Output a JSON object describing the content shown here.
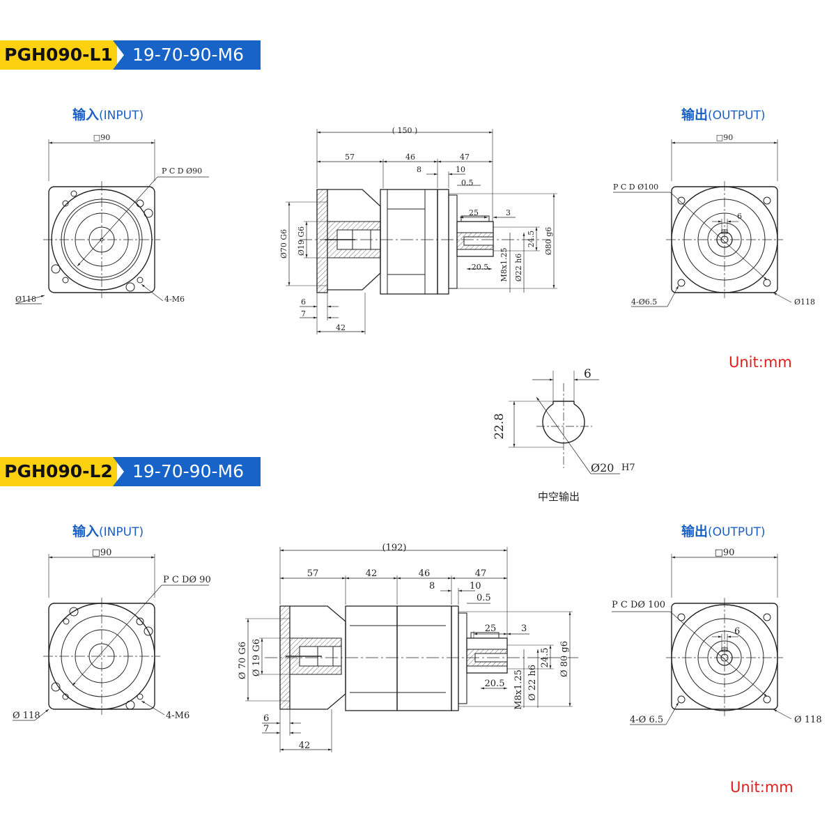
{
  "banner1": {
    "model": "PGH090-L1",
    "series": "19-70-90-M6"
  },
  "banner2": {
    "model": "PGH090-L2",
    "series": "19-70-90-M6"
  },
  "titles": {
    "input_cn": "输入",
    "input_en": "(INPUT)",
    "output_cn": "输出",
    "output_en": "(OUTPUT)"
  },
  "unit": "Unit:mm",
  "hollow_caption": "中空输出",
  "l1": {
    "input": {
      "square": "□90",
      "pcd": "P C D Ø90",
      "dia": "Ø118",
      "screw": "4-M6"
    },
    "output": {
      "square": "□90",
      "pcd": "P C D Ø100",
      "key": "6",
      "holes": "4-Ø6.5",
      "dia": "Ø118"
    },
    "side": {
      "total": "( 150 )",
      "d57": "57",
      "d46": "46",
      "d47": "47",
      "d8": "8",
      "d10": "10",
      "d05": "0.5",
      "d25": "25",
      "d3": "3",
      "d245": "24.5",
      "d205": "20.5",
      "m8": "M8x1.25",
      "d22": "Ø22 h6",
      "d80": "Ø80 g6",
      "d70": "Ø70 G6",
      "d19": "Ø19 G6",
      "d6": "6",
      "d7": "7",
      "d42": "42"
    }
  },
  "l2": {
    "input": {
      "square": "□90",
      "pcd": "P C DØ 90",
      "dia": "Ø 118",
      "screw": "4-M6"
    },
    "output": {
      "square": "□90",
      "pcd": "P C DØ 100",
      "key": "6",
      "holes": "4-Ø 6.5",
      "dia": "Ø 118"
    },
    "side": {
      "total": "(192)",
      "d57": "57",
      "d42a": "42",
      "d46": "46",
      "d47": "47",
      "d8": "8",
      "d10": "10",
      "d05": "0.5",
      "d25": "25",
      "d3": "3",
      "d245": "24.5",
      "d205": "20.5",
      "m8": "M8x1.25",
      "d22": "Ø 22 h6",
      "d80": "Ø 80 g6",
      "d70": "Ø 70 G6",
      "d19": "Ø 19 G6",
      "d6": "6",
      "d7": "7",
      "d42": "42"
    }
  },
  "hollow": {
    "key": "6",
    "depth": "22.8",
    "bore": "Ø20",
    "tol": "H7"
  },
  "colors": {
    "yellow": "#fcd10f",
    "blue": "#1863c8",
    "title_blue": "#1a5fc2",
    "red": "#e01e1e"
  }
}
